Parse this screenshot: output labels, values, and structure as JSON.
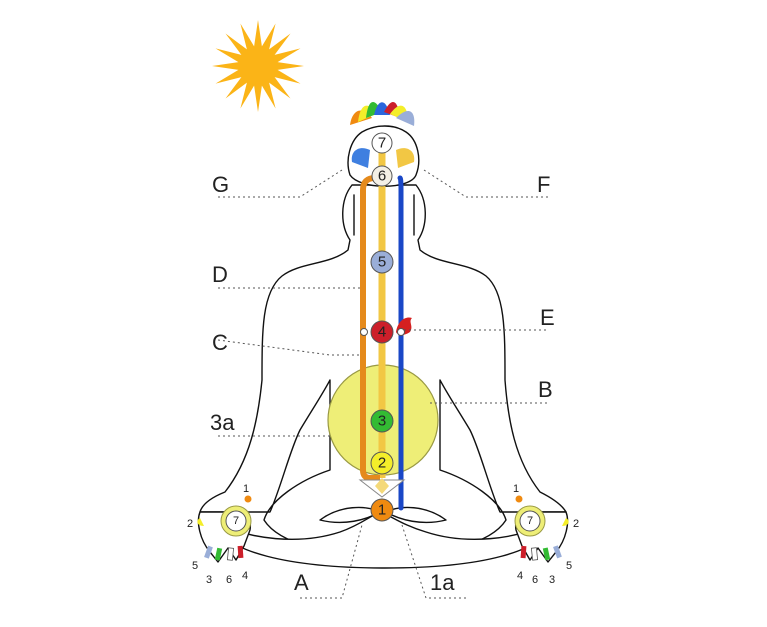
{
  "colors": {
    "sun": "#fbb417",
    "moon": "#5aaef0",
    "ida": "#e58a1c",
    "pingala": "#1a47c7",
    "sushumna": "#f2c744",
    "halo": "#eeee77",
    "chakra1": "#f08a10",
    "chakra2": "#f4ee2a",
    "chakra3": "#33bb33",
    "chakra4": "#cc1f2a",
    "chakra5": "#9aaed8",
    "chakra6": "#f4f0e6",
    "chakra7": "#ffffff"
  },
  "icons": {
    "sun": "sun-icon",
    "moon": "moon-icon",
    "lotus": "lotus-crown-icon",
    "flame": "flame-icon"
  },
  "labels": {
    "G": "G",
    "F": "F",
    "D": "D",
    "E": "E",
    "C": "C",
    "B": "B",
    "3a": "3a",
    "A": "A",
    "1a": "1a"
  },
  "chakras": [
    "1",
    "2",
    "3",
    "4",
    "5",
    "6",
    "7"
  ],
  "hands": {
    "left": {
      "palm": "7",
      "fingers": [
        "1",
        "2",
        "5",
        "3",
        "6",
        "4"
      ]
    },
    "right": {
      "palm": "7",
      "fingers": [
        "1",
        "2",
        "4",
        "6",
        "3",
        "5"
      ]
    }
  }
}
